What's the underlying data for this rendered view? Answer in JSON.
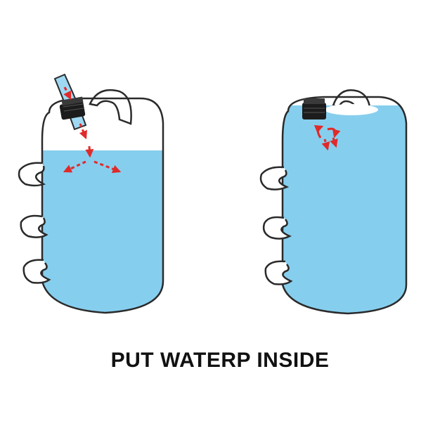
{
  "caption": "PUT WATERP INSIDE",
  "colors": {
    "water": "#86CEEE",
    "hose": "#9ED8F2",
    "outline": "#2A2A2A",
    "arrow": "#E02A2A",
    "cap": "#1C1C1C",
    "text": "#111111",
    "background": "#FFFFFF"
  },
  "figures": [
    {
      "name": "bag-filling-with-hose"
    },
    {
      "name": "bag-full-cap-closed"
    }
  ]
}
